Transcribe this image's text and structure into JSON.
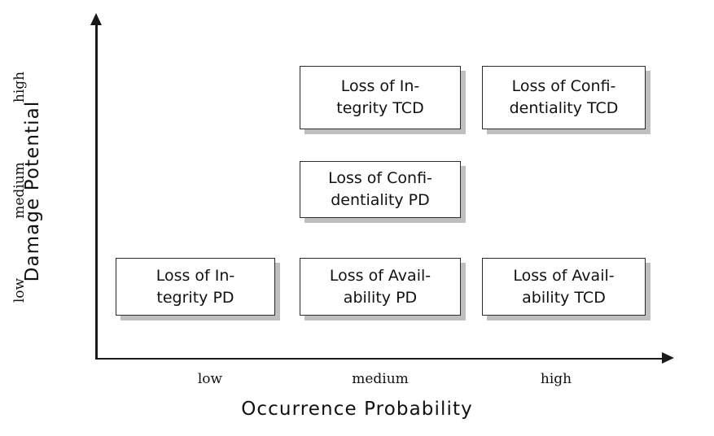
{
  "chart_data": {
    "type": "matrix",
    "title": "",
    "xlabel": "Occurrence Probability",
    "ylabel": "Damage Potential",
    "x_categories": [
      "low",
      "medium",
      "high"
    ],
    "y_categories": [
      "low",
      "medium",
      "high"
    ],
    "grid": false,
    "legend": "none",
    "cells": [
      {
        "x": "medium",
        "y": "high",
        "label": "Loss of In-\ntegrity TCD"
      },
      {
        "x": "high",
        "y": "high",
        "label": "Loss of Confi-\ndentiality TCD"
      },
      {
        "x": "medium",
        "y": "medium",
        "label": "Loss of Confi-\ndentiality PD"
      },
      {
        "x": "low",
        "y": "low",
        "label": "Loss of In-\ntegrity PD"
      },
      {
        "x": "medium",
        "y": "low",
        "label": "Loss of Avail-\nability PD"
      },
      {
        "x": "high",
        "y": "low",
        "label": "Loss of Avail-\nability TCD"
      }
    ]
  },
  "axes": {
    "x": {
      "title": "Occurrence Probability",
      "ticks": {
        "low": "low",
        "medium": "medium",
        "high": "high"
      }
    },
    "y": {
      "title": "Damage Potential",
      "ticks": {
        "low": "low",
        "medium": "medium",
        "high": "high"
      }
    }
  },
  "boxes": {
    "integrity_tcd": "Loss of In-\ntegrity TCD",
    "confidentiality_tcd": "Loss of Confi-\ndentiality TCD",
    "confidentiality_pd": "Loss of Confi-\ndentiality PD",
    "integrity_pd": "Loss of In-\ntegrity PD",
    "availability_pd": "Loss of Avail-\nability PD",
    "availability_tcd": "Loss of Avail-\nability TCD"
  },
  "colors": {
    "axis": "#1a1a1a",
    "box_border": "#2a2a2a",
    "box_fill": "#ffffff",
    "box_shadow": "#bfbfbf",
    "text": "#111111",
    "background": "#ffffff"
  }
}
